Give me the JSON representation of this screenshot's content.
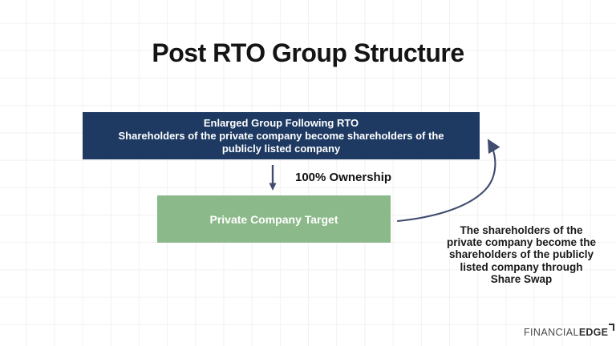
{
  "title": "Post RTO Group Structure",
  "colors": {
    "navy_box": "#1e3a63",
    "green_box": "#8bb989",
    "arrow": "#414d70",
    "grid_line": "#f3f1f0",
    "background": "#ffffff"
  },
  "enlarged_group_box": {
    "heading": "Enlarged Group Following RTO",
    "body_lines": [
      "Shareholders of the private company become shareholders of the",
      "publicly listed company"
    ]
  },
  "ownership_label": "100% Ownership",
  "private_company_box": {
    "label": "Private Company Target"
  },
  "share_swap_note_lines": [
    "The shareholders of the",
    "private company become the",
    "shareholders of the publicly",
    "listed company through",
    "Share Swap"
  ],
  "logo": {
    "part1": "FINANCIAL",
    "part2": "EDGE"
  }
}
